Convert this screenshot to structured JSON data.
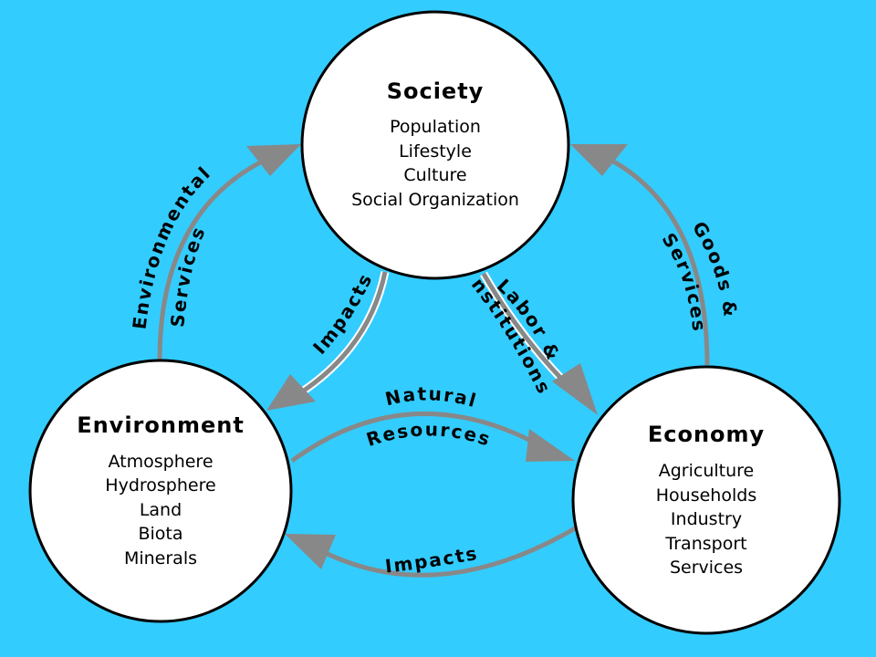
{
  "colors": {
    "background": "#33ccff",
    "node_fill": "#ffffff",
    "node_stroke": "#000000",
    "arrow": "#888888"
  },
  "nodes": {
    "society": {
      "title": "Society",
      "items": [
        "Population",
        "Lifestyle",
        "Culture",
        "Social Organization"
      ]
    },
    "environment": {
      "title": "Environment",
      "items": [
        "Atmosphere",
        "Hydrosphere",
        "Land",
        "Biota",
        "Minerals"
      ]
    },
    "economy": {
      "title": "Economy",
      "items": [
        "Agriculture",
        "Households",
        "Industry",
        "Transport",
        "Services"
      ]
    }
  },
  "edges": {
    "env_to_soc": {
      "line1": "Environmental",
      "line2": "Services"
    },
    "eco_to_soc": {
      "line1": "Goods &",
      "line2": "Services"
    },
    "soc_to_env": {
      "line1": "Impacts"
    },
    "soc_to_eco": {
      "line1": "Labor &",
      "line2": "Institutions"
    },
    "env_to_eco": {
      "line1": "Natural",
      "line2": "Resources"
    },
    "eco_to_env": {
      "line1": "Impacts"
    }
  }
}
